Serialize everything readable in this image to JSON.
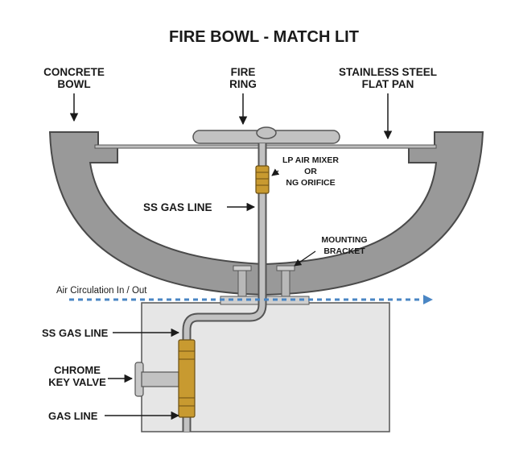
{
  "title": "FIRE BOWL - MATCH LIT",
  "labels": {
    "concrete_bowl": [
      "CONCRETE",
      "BOWL"
    ],
    "fire_ring": [
      "FIRE",
      "RING"
    ],
    "stainless_pan": [
      "STAINLESS STEEL",
      "FLAT PAN"
    ],
    "lp_mixer": [
      "LP AIR MIXER",
      "OR",
      "NG ORIFICE"
    ],
    "ss_gas_line_upper": "SS GAS LINE",
    "mounting_bracket": [
      "MOUNTING",
      "BRACKET"
    ],
    "air_circulation": "Air Circulation In / Out",
    "ss_gas_line_lower": "SS GAS LINE",
    "key_valve": [
      "CHROME",
      "KEY VALVE"
    ],
    "gas_line": "GAS LINE"
  },
  "colors": {
    "bowl": "#999999",
    "bowl_edge": "#4a4a4a",
    "pipe": "#c2c2c2",
    "pipe_edge": "#555555",
    "brass": "#c89a30",
    "box": "#e6e6e6",
    "air_arrow": "#4a86c4",
    "text": "#1a1a1a"
  }
}
